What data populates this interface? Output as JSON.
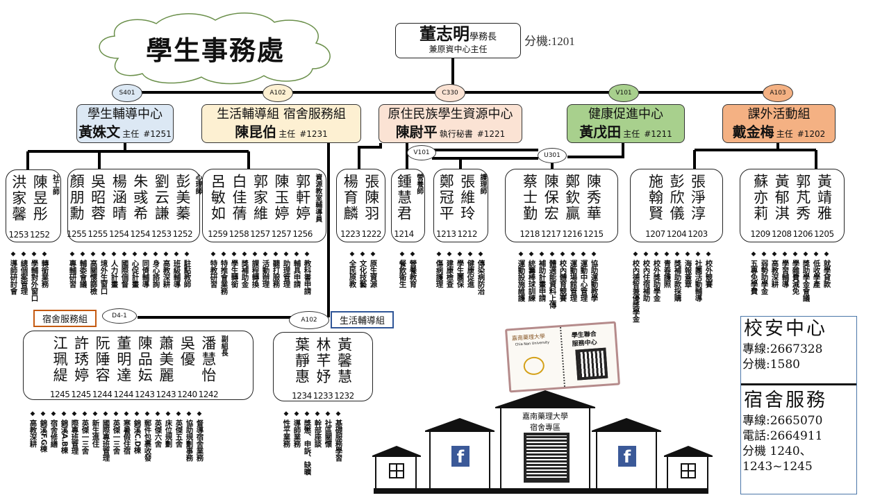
{
  "title": "學生事務處",
  "dean": {
    "name": "董志明",
    "role": "學務長",
    "note": "兼原資中心主任",
    "ext": "分機:1201"
  },
  "rooms": {
    "s401": "S401",
    "a102": "A102",
    "c330": "C330",
    "v101": "V101",
    "a103": "A103",
    "v101b": "V101",
    "u301": "U301",
    "d41": "D4-1",
    "a102b": "A102"
  },
  "colors": {
    "counsel": "#dce8f4",
    "life": "#fdf0d2",
    "indig": "#fbe3d4",
    "health": "#a8d08d",
    "extra": "#f4b183",
    "dorm_label": "#c55a11",
    "life_label": "#2f5597"
  },
  "departments": [
    {
      "name": "學生輔導中心",
      "head": "黃姝文",
      "role": "主任",
      "ext": "#1251"
    },
    {
      "name": "生活輔導組 宿舍服務組",
      "head": "陳昆伯",
      "role": "主任",
      "ext": "#1231"
    },
    {
      "name": "原住民族學生資源中心",
      "head": "陳尉平",
      "role": "執行秘書",
      "ext": "#1221"
    },
    {
      "name": "健康促進中心",
      "head": "黃戊田",
      "role": "主任",
      "ext": "#1211"
    },
    {
      "name": "課外活動組",
      "head": "戴金梅",
      "role": "主任",
      "ext": "#1202"
    }
  ],
  "teams": {
    "social": {
      "title": "社工師",
      "members": [
        {
          "name": "洪家馨",
          "ext": "1253"
        },
        {
          "name": "陳昱彤",
          "ext": "1252"
        }
      ],
      "duties": [
        "導師研討會",
        "總個案管理",
        "學輔對外窗口",
        "轉銜業務"
      ]
    },
    "psych": {
      "title": "心理師",
      "members": [
        {
          "name": "顏朋勳",
          "ext": "1255"
        },
        {
          "name": "吳昭蓉",
          "ext": "1255"
        },
        {
          "name": "楊涵晴",
          "ext": "1254"
        },
        {
          "name": "朱彧希",
          "ext": "1254"
        },
        {
          "name": "劉云謙",
          "ext": "1253"
        },
        {
          "name": "彭美蓁",
          "ext": "1252"
        }
      ],
      "duties": [
        "專輔研習",
        "輔委會議",
        "高關懷篩檢",
        "境外生窗口",
        "人力計畫",
        "國際個督",
        "心促計畫",
        "同儕輔導",
        "身心諮詢",
        "高教深耕",
        "班級輔導",
        "駐點教師"
      ]
    },
    "resource": {
      "title": "資源教室輔導員",
      "members": [
        {
          "name": "呂敏如",
          "ext": "1259"
        },
        {
          "name": "白佳蒨",
          "ext": "1258"
        },
        {
          "name": "郭家維",
          "ext": "1257"
        },
        {
          "name": "陳玉婷",
          "ext": "1257"
        },
        {
          "name": "郭軒婷",
          "ext": "1256"
        }
      ],
      "duties": [
        "特教研習",
        "特推會業務",
        "學生轉銜",
        "獎補助金",
        "課程轉換",
        "活動辦理",
        "聽打服務",
        "助理管理",
        "輔具申請",
        "教科書申請"
      ]
    },
    "indig": {
      "members": [
        {
          "name": "楊育麟",
          "ext": "1223"
        },
        {
          "name": "張陳羽",
          "ext": "1222"
        }
      ],
      "duties": [
        "全民原教",
        "文化技藝",
        "原生資源"
      ]
    },
    "nutr": {
      "title": "營養師",
      "members": [
        {
          "name": "鍾慧君",
          "ext": "1214"
        }
      ],
      "duties": [
        "餐飲衛生",
        "營養教育"
      ]
    },
    "nurse": {
      "title": "護理師",
      "members": [
        {
          "name": "鄭冠平",
          "ext": "1213"
        },
        {
          "name": "張維玲",
          "ext": "1212"
        }
      ],
      "duties": [
        "傷病護理",
        "建康檢查",
        "學生團保",
        "健康促進",
        "傳染病防治"
      ]
    },
    "health": {
      "members": [
        {
          "name": "蔡士勤",
          "ext": "1218"
        },
        {
          "name": "陳保宏",
          "ext": "1217"
        },
        {
          "name": "鄭欽贏",
          "ext": "1216"
        },
        {
          "name": "陳秀華",
          "ext": "1215"
        }
      ],
      "duties": [
        "運動設施維護",
        "統籌棒球訓練",
        "補助計畫申請",
        "體適能資料上傳",
        "校內體育競賽",
        "運動場館管理",
        "運動中心管理",
        "協助運動教學"
      ]
    },
    "extra1": {
      "members": [
        {
          "name": "施翰賢",
          "ext": "1207"
        },
        {
          "name": "彭欣儀",
          "ext": "1204"
        },
        {
          "name": "張淨淳",
          "ext": "1203"
        }
      ],
      "duties": [
        "校內德智兼優獎學金",
        "校內住宿補助",
        "校外獎助學金",
        "青春護照",
        "獎補助款採購",
        "海報蓋章",
        "社團活動輔導",
        "校外競賽"
      ]
    },
    "extra2": {
      "members": [
        {
          "name": "蘇亦莉",
          "ext": "1209"
        },
        {
          "name": "黃郁淇",
          "ext": "1208"
        },
        {
          "name": "郭芃秀",
          "ext": "1206"
        },
        {
          "name": "黃靖雅",
          "ext": "1205"
        }
      ],
      "duties": [
        "五專免學費",
        "弱勢助學金",
        "高教深耕",
        "學習輔導",
        "學雜費減免",
        "獎助學金會議",
        "低收學產",
        "就學貸款"
      ]
    },
    "dorm": {
      "title": "副組長",
      "members": [
        {
          "name": "江珮緹",
          "ext": "1245"
        },
        {
          "name": "許琇婷",
          "ext": "1245"
        },
        {
          "name": "阮陲容",
          "ext": "1244"
        },
        {
          "name": "董明達",
          "ext": "1244"
        },
        {
          "name": "陳品妘",
          "ext": "1243"
        },
        {
          "name": "蕭美麗",
          "ext": "1243"
        },
        {
          "name": "吳優",
          "ext": "1240"
        },
        {
          "name": "潘慧怡",
          "ext": "1242"
        }
      ],
      "duties": [
        "高教深耕",
        "錦溪F.G棟",
        "宿舍修繕",
        "錦溪A.B棟",
        "際專班管理",
        "英傑一三舍",
        "新生進住",
        "國際專班管理",
        "英傑一三舍",
        "寒暑假住宿",
        "錦溪C.D棟",
        "郵件包裹收發",
        "英傑六舍",
        "床位規劃",
        "英傑五舍",
        "協助規劃事務",
        "督導宿舍業務"
      ]
    },
    "life": {
      "members": [
        {
          "name": "葉靜惠",
          "ext": "1234"
        },
        {
          "name": "林芊妤",
          "ext": "1233"
        },
        {
          "name": "黃馨慧",
          "ext": "1232"
        }
      ],
      "duties": [
        "性平業務",
        "導師業務",
        "獎懲、申訴、缺曠",
        "幹部座談",
        "社區關懷",
        "基礎服務學習"
      ]
    }
  },
  "sub_labels": {
    "dorm": "宿舍服務組",
    "life": "生活輔導組"
  },
  "notebook": {
    "school": "嘉南藥理大學",
    "school_en": "Chia Nan University",
    "center_1": "學生聯合",
    "center_2": "服務中心"
  },
  "houses": {
    "line1": "嘉南藥理大學",
    "line2": "宿舍專區"
  },
  "info": {
    "safety_title": "校安中心",
    "safety_line": "專線:2667328",
    "safety_ext": "分機:1580",
    "dorm_title": "宿舍服務",
    "dorm_line": "專線:2665070",
    "dorm_phone": "電話:2664911",
    "dorm_ext_1": "分機 1240、",
    "dorm_ext_2": "1243~1245"
  }
}
